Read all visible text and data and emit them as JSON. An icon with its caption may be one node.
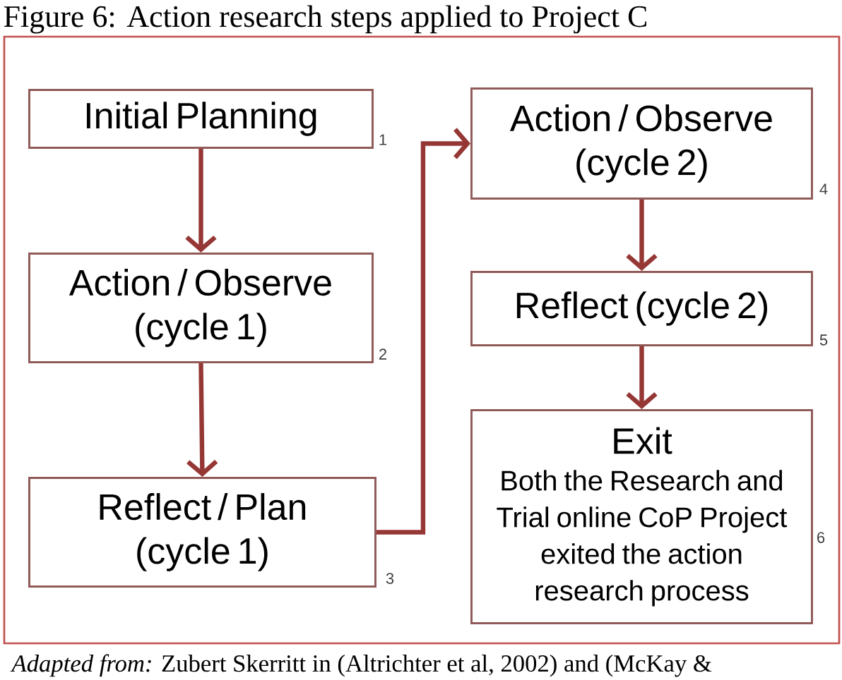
{
  "diagram": {
    "title": "Figure 6: Action research steps applied to Project C",
    "caption": "*Adapted from:* Zubert Skerritt in (Altrichter et al, 2002) and (McKay &",
    "nodes": [
      {
        "text": [
          "Initial Planning"
        ],
        "beside": [
          "1"
        ]
      },
      {
        "text": [
          "Action / Observe (cycle 1)"
        ],
        "beside": [
          "2"
        ]
      },
      {
        "text": [
          "Reflect / Plan (cycle 1)"
        ],
        "beside": [
          "3"
        ]
      },
      {
        "text": [
          "Action / Observe (cycle 2)"
        ],
        "beside": [
          "4"
        ]
      },
      {
        "text": [
          "Reflect (cycle 2)"
        ],
        "beside": [
          "5"
        ]
      },
      {
        "text": [
          "Exit",
          "Both the Research and Trial online CoP Project exited the action research process"
        ],
        "beside": [
          "6"
        ]
      }
    ],
    "edges": [
      {
        "from": 0,
        "to": 1,
        "arrow": "to"
      },
      {
        "from": 1,
        "to": 2,
        "arrow": "to"
      },
      {
        "from": 2,
        "to": 3,
        "arrow": "to"
      },
      {
        "from": 3,
        "to": 4,
        "arrow": "to"
      },
      {
        "from": 4,
        "to": 5,
        "arrow": "to"
      }
    ]
  }
}
